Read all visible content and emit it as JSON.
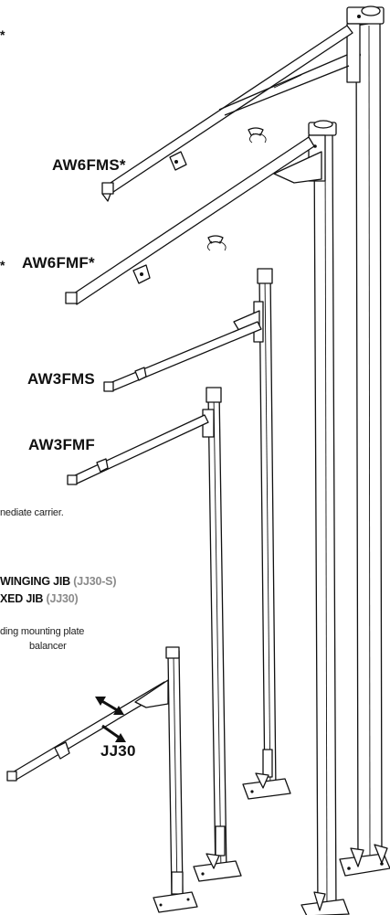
{
  "labels": {
    "aw6fms": "AW6FMS*",
    "aw6fmf": "AW6FMF*",
    "aw3fms": "AW3FMS",
    "aw3fmf": "AW3FMF",
    "jj30": "JJ30",
    "star_top": "*",
    "star_mid": "*"
  },
  "notes": {
    "carrier": "nediate carrier.",
    "mount_1": "ding mounting plate",
    "mount_2": "balancer"
  },
  "headings": {
    "swinging_text": "WINGING JIB ",
    "swinging_model": "(JJ30-S)",
    "fixed_text": "XED JIB ",
    "fixed_model": "(JJ30)"
  }
}
